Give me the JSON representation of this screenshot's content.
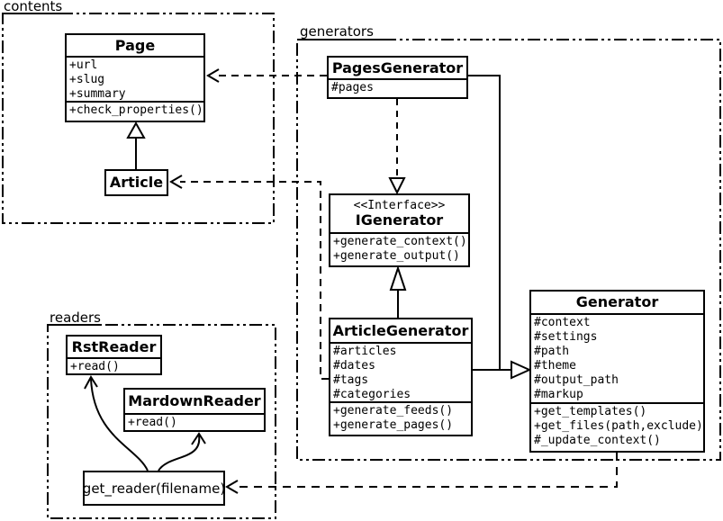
{
  "packages": {
    "contents": {
      "label": "contents"
    },
    "generators": {
      "label": "generators"
    },
    "readers": {
      "label": "readers"
    }
  },
  "classes": {
    "page": {
      "name": "Page",
      "attributes": [
        "+url",
        "+slug",
        "+summary"
      ],
      "methods": [
        "+check_properties()"
      ]
    },
    "article": {
      "name": "Article"
    },
    "pages_generator": {
      "name": "PagesGenerator",
      "attributes": [
        "#pages"
      ]
    },
    "igenerator": {
      "stereotype": "<<Interface>>",
      "name": "IGenerator",
      "methods": [
        "+generate_context()",
        "+generate_output()"
      ]
    },
    "article_generator": {
      "name": "ArticleGenerator",
      "attributes": [
        "#articles",
        "#dates",
        "#tags",
        "#categories"
      ],
      "methods": [
        "+generate_feeds()",
        "+generate_pages()"
      ]
    },
    "generator": {
      "name": "Generator",
      "attributes": [
        "#context",
        "#settings",
        "#path",
        "#theme",
        "#output_path",
        "#markup"
      ],
      "methods": [
        "+get_templates()",
        "+get_files(path,exclude)",
        "#_update_context()"
      ]
    },
    "rst_reader": {
      "name": "RstReader",
      "methods": [
        "+read()"
      ]
    },
    "mardown_reader": {
      "name": "MardownReader",
      "methods": [
        "+read()"
      ]
    },
    "get_reader": {
      "label": "get_reader(filename)"
    }
  },
  "relations": [
    {
      "from": "Article",
      "to": "Page",
      "type": "generalization"
    },
    {
      "from": "PagesGenerator",
      "to": "Page",
      "type": "dependency"
    },
    {
      "from": "ArticleGenerator",
      "to": "Article",
      "type": "dependency"
    },
    {
      "from": "PagesGenerator",
      "to": "IGenerator",
      "type": "realization"
    },
    {
      "from": "ArticleGenerator",
      "to": "IGenerator",
      "type": "generalization"
    },
    {
      "from": "PagesGenerator",
      "to": "Generator",
      "type": "generalization"
    },
    {
      "from": "ArticleGenerator",
      "to": "Generator",
      "type": "generalization"
    },
    {
      "from": "Generator",
      "to": "get_reader(filename)",
      "type": "dependency"
    },
    {
      "from": "get_reader(filename)",
      "to": "RstReader",
      "type": "call"
    },
    {
      "from": "get_reader(filename)",
      "to": "MardownReader",
      "type": "call"
    }
  ],
  "colors": {
    "ink": "#000000",
    "background": "#ffffff"
  }
}
